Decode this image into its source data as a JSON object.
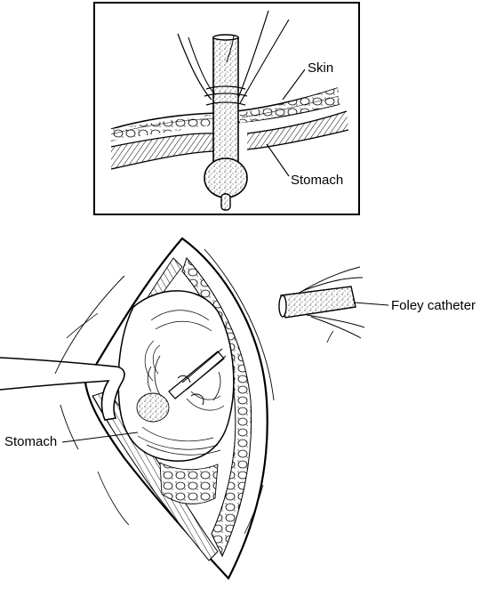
{
  "labels": {
    "skin": "Skin",
    "stomach_top": "Stomach",
    "foley_catheter": "Foley catheter",
    "stomach_bottom": "Stomach"
  }
}
